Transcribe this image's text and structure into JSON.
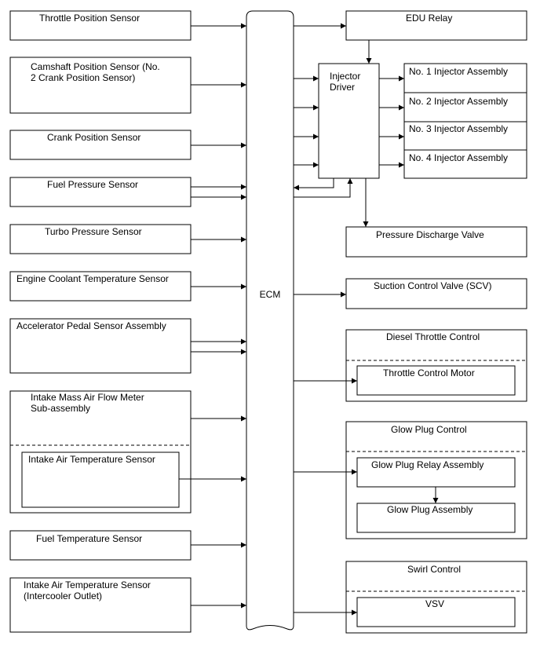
{
  "ecm": {
    "label": "ECM"
  },
  "inputs": {
    "throttle_position": "Throttle Position Sensor",
    "camshaft_line1": "Camshaft Position Sensor (No.",
    "camshaft_line2": "2 Crank Position Sensor)",
    "crank_position": "Crank Position Sensor",
    "fuel_pressure": "Fuel Pressure Sensor",
    "turbo_pressure": "Turbo Pressure Sensor",
    "engine_coolant": "Engine Coolant Temperature Sensor",
    "accelerator_pedal": "Accelerator Pedal Sensor Assembly",
    "maf_line1": "Intake Mass Air Flow Meter",
    "maf_line2": "Sub-assembly",
    "intake_air_temp": "Intake Air Temperature Sensor",
    "fuel_temp": "Fuel Temperature Sensor",
    "intercooler_line1": "Intake Air Temperature Sensor",
    "intercooler_line2": "(Intercooler Outlet)"
  },
  "outputs": {
    "edu_relay": "EDU Relay",
    "injector_driver_line1": "Injector",
    "injector_driver_line2": "Driver",
    "injector_1": "No. 1 Injector Assembly",
    "injector_2": "No. 2 Injector Assembly",
    "injector_3": "No. 3 Injector Assembly",
    "injector_4": "No. 4 Injector Assembly",
    "pressure_discharge_valve": "Pressure Discharge Valve",
    "scv": "Suction Control Valve (SCV)",
    "diesel_throttle_control": "Diesel Throttle Control",
    "throttle_control_motor": "Throttle Control Motor",
    "glow_plug_control": "Glow Plug Control",
    "glow_plug_relay": "Glow Plug Relay Assembly",
    "glow_plug_assembly": "Glow Plug Assembly",
    "swirl_control": "Swirl Control",
    "vsv": "VSV"
  }
}
